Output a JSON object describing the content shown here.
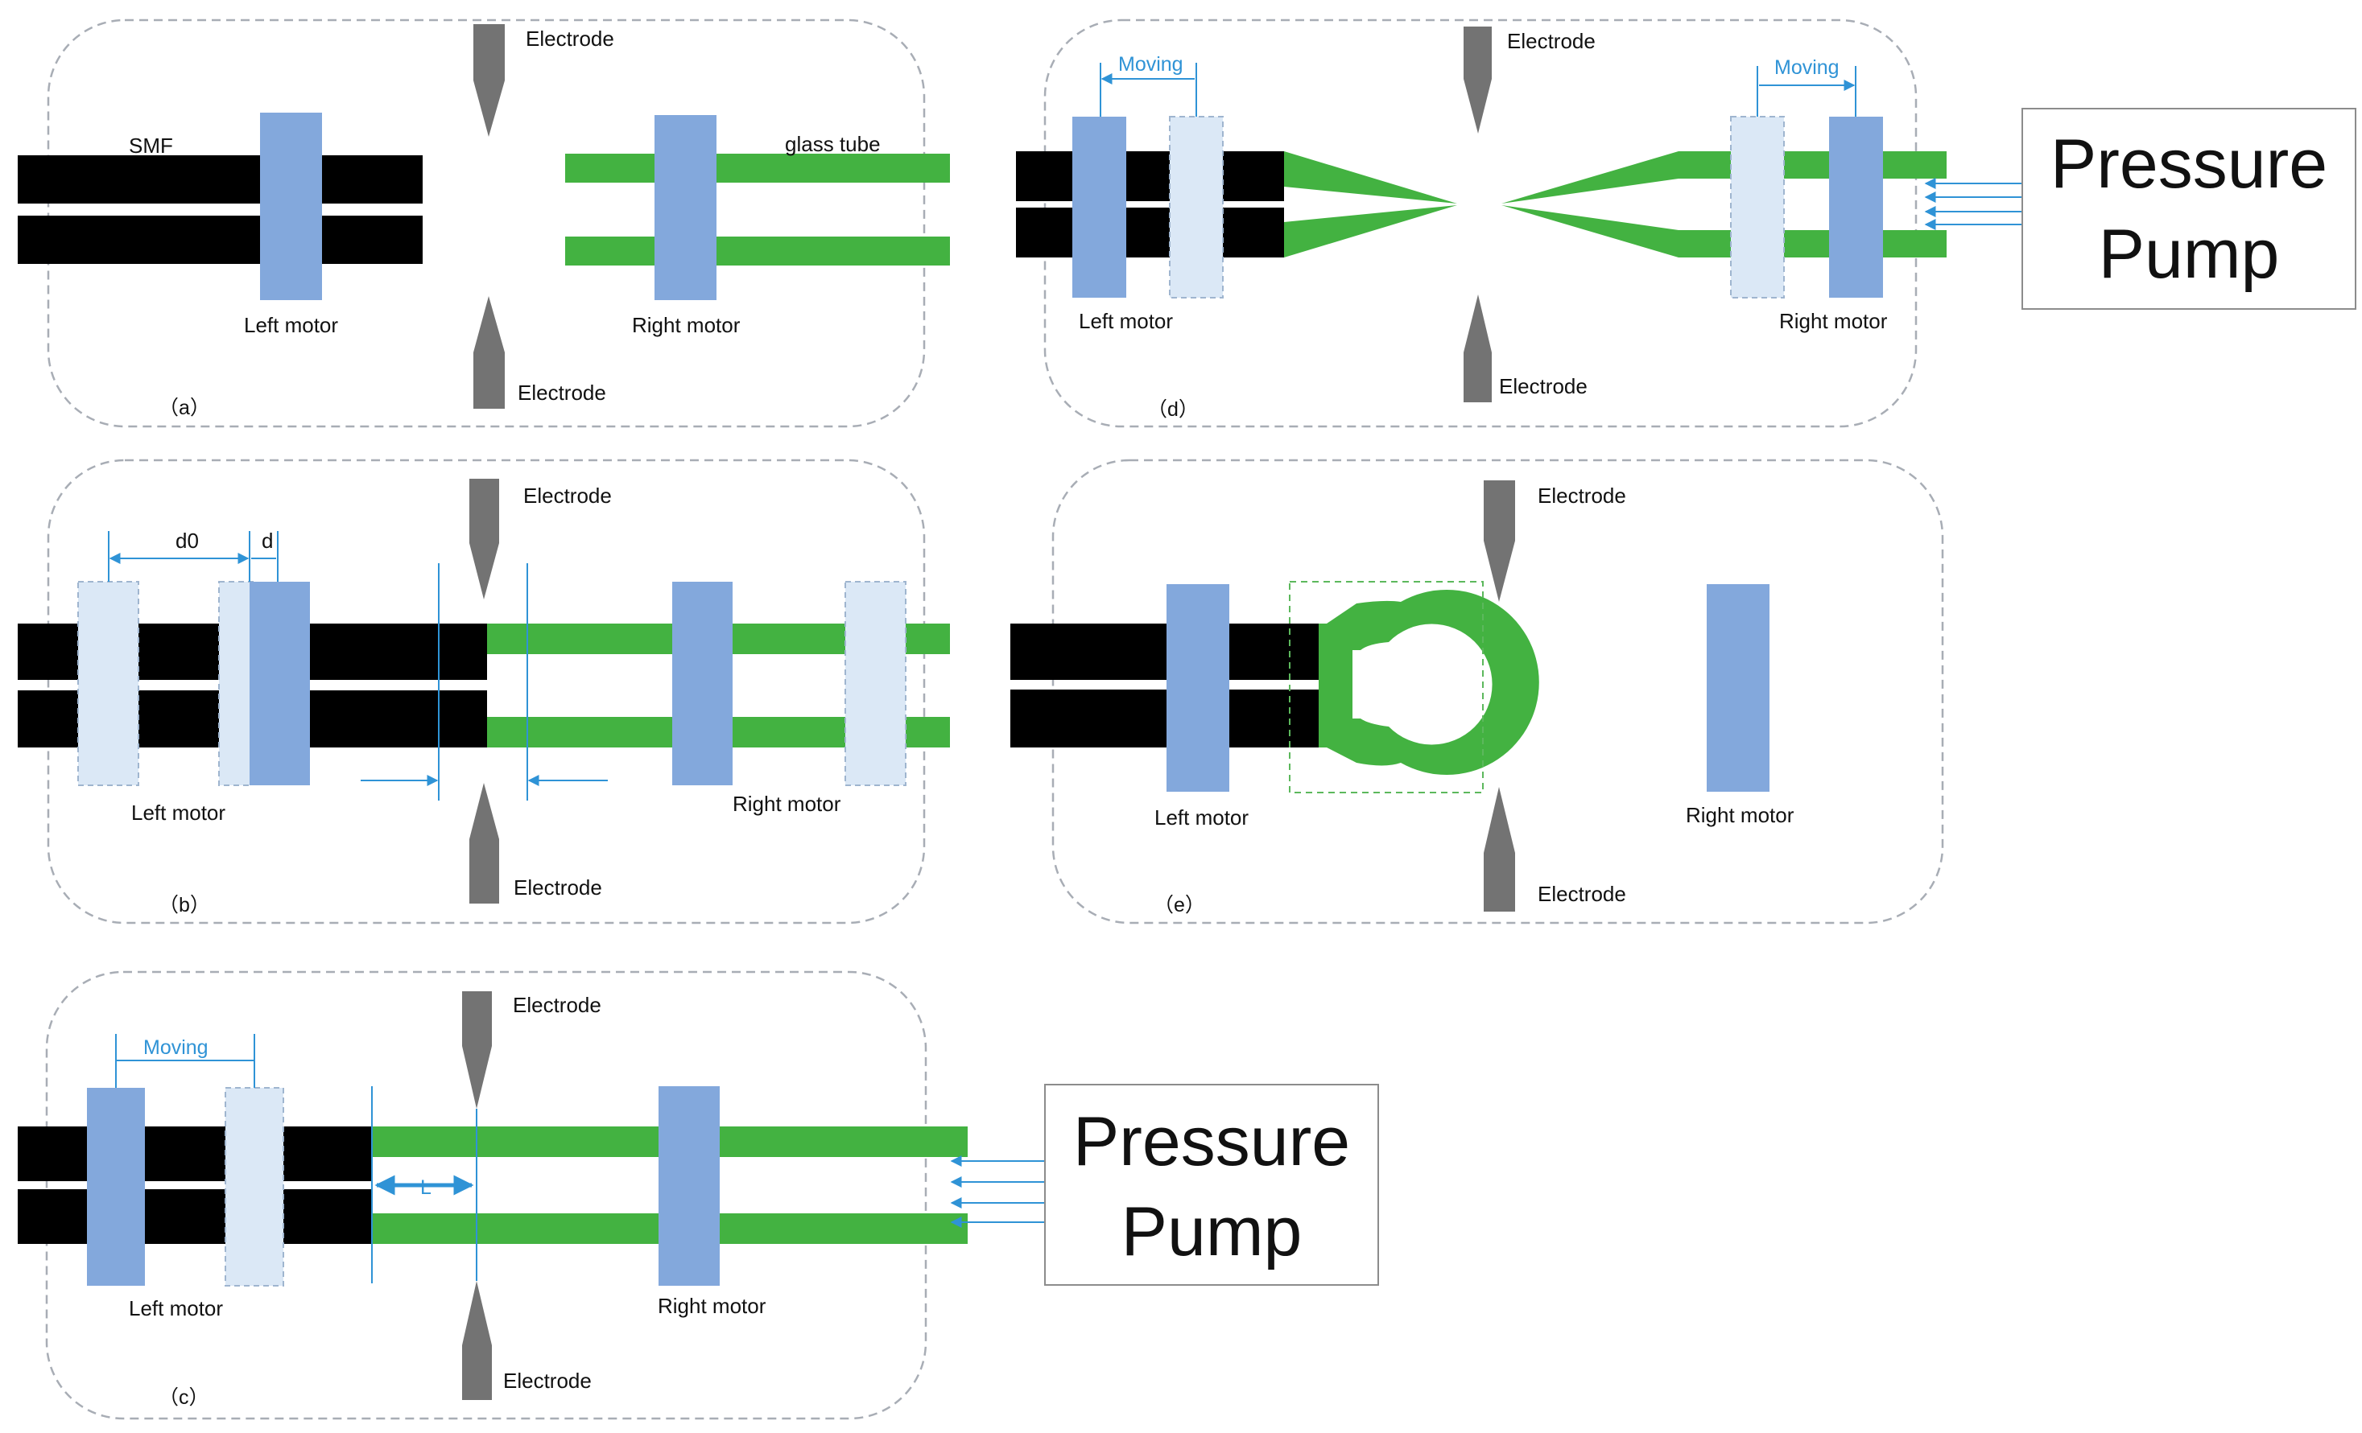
{
  "colors": {
    "fiber": "#000000",
    "glass_tube": "#43b241",
    "motor": "#83a8dc",
    "motor_previous_position": "#dbe8f6",
    "electrode": "#737373",
    "annotation": "#2f93d6",
    "panel_border": "#a8adb5"
  },
  "panel_a": {
    "tag": "（a）",
    "electrode_top": "Electrode",
    "electrode_bottom": "Electrode",
    "smf_label": "SMF",
    "glass_tube_label": "glass tube",
    "left_motor": "Left motor",
    "right_motor": "Right motor"
  },
  "panel_b": {
    "tag": "（b）",
    "electrode_top": "Electrode",
    "electrode_bottom": "Electrode",
    "d0_label": "d0",
    "d_label": "d",
    "left_motor": "Left motor",
    "right_motor": "Right motor"
  },
  "panel_c": {
    "tag": "（c）",
    "electrode_top": "Electrode",
    "electrode_bottom": "Electrode",
    "moving_label": "Moving",
    "l_label": "L",
    "left_motor": "Left motor",
    "right_motor": "Right motor",
    "pump_line1": "Pressure",
    "pump_line2": "Pump"
  },
  "panel_d": {
    "tag": "（d）",
    "electrode_top": "Electrode",
    "electrode_bottom": "Electrode",
    "moving_left": "Moving",
    "moving_right": "Moving",
    "left_motor": "Left motor",
    "right_motor": "Right motor",
    "pump_line1": "Pressure",
    "pump_line2": "Pump"
  },
  "panel_e": {
    "tag": "（e）",
    "electrode_top": "Electrode",
    "electrode_bottom": "Electrode",
    "left_motor": "Left motor",
    "right_motor": "Right motor"
  }
}
